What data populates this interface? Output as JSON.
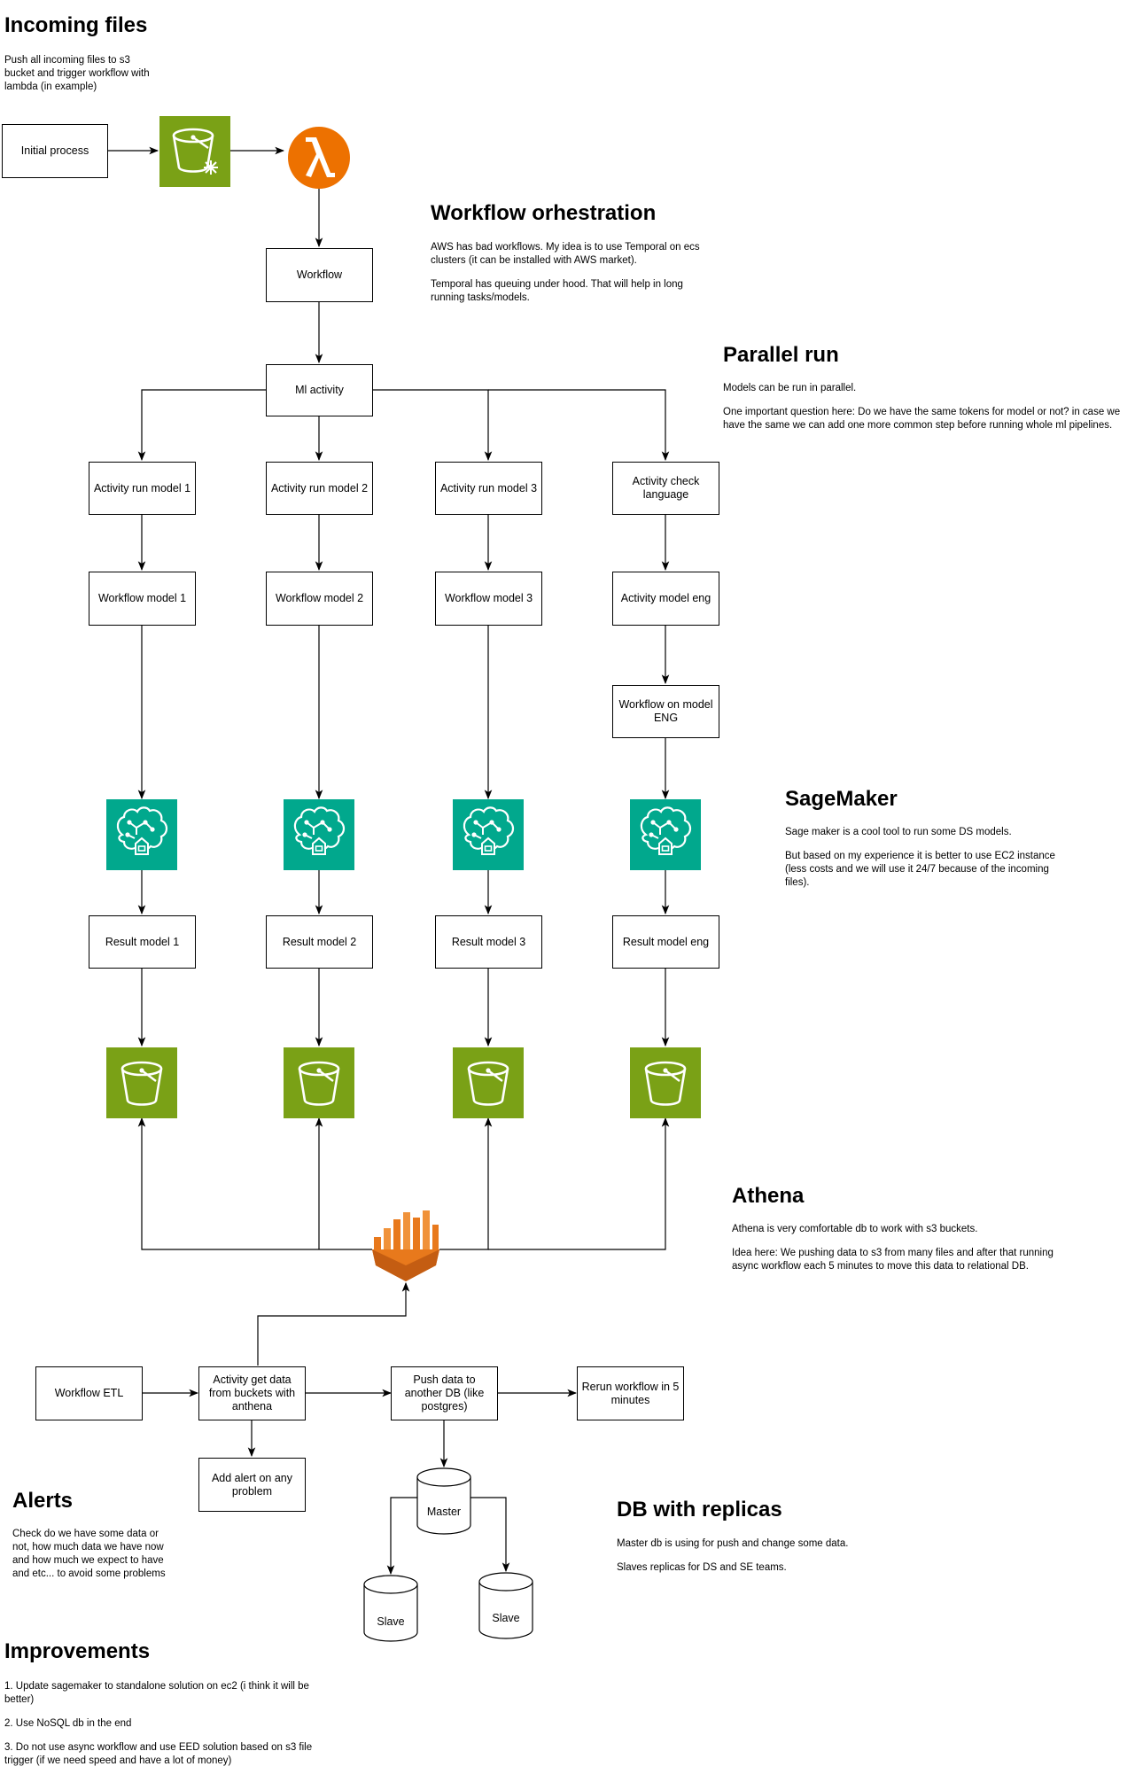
{
  "sections": {
    "incoming": {
      "title": "Incoming files",
      "lines": [
        "Push all incoming files to s3",
        "bucket and trigger workflow with",
        "lambda (in example)"
      ]
    },
    "orchestration": {
      "title": "Workflow orhestration",
      "p1": [
        "AWS has bad workflows. My idea is to use Temporal on ecs",
        "clusters (it can be installed with AWS market)."
      ],
      "p2": [
        "Temporal has queuing under hood. That will help in long",
        "running tasks/models."
      ]
    },
    "parallel": {
      "title": "Parallel run",
      "p1": [
        "Models can be run in parallel."
      ],
      "p2": [
        "One important question here: Do we have the same tokens for model or not? in case we",
        "have the same we can add one more common step before running whole ml pipelines."
      ]
    },
    "sagemaker": {
      "title": "SageMaker",
      "p1": [
        "Sage maker is a cool tool to run some DS models."
      ],
      "p2": [
        "But based on my experience it is better to use EC2 instance",
        "(less costs and we will use it 24/7 because of the incoming",
        "files)."
      ]
    },
    "athena": {
      "title": "Athena",
      "p1": [
        "Athena is very comfortable db to work with s3 buckets."
      ],
      "p2": [
        "Idea here: We pushing data to s3 from many files and after that running",
        "async workflow each 5 minutes to move this data to relational DB."
      ]
    },
    "alerts": {
      "title": "Alerts",
      "lines": [
        "Check do we have some data or",
        "not, how much data we have now",
        "and how much we expect to have",
        "and etc... to avoid some problems"
      ]
    },
    "replicas": {
      "title": "DB with replicas",
      "p1": [
        "Master db is using for push and change some data."
      ],
      "p2": [
        "Slaves replicas for DS and SE teams."
      ]
    },
    "improvements": {
      "title": "Improvements",
      "items": [
        [
          "1. Update sagemaker to standalone solution on ec2 (i think it will be",
          "better)"
        ],
        [
          "2. Use NoSQL db in the end"
        ],
        [
          "3. Do not use async workflow and use EED solution based on s3 file",
          "trigger (if we need speed and have a lot of money)"
        ]
      ]
    }
  },
  "nodes": {
    "initial_process": "Initial process",
    "workflow": "Workflow",
    "ml_activity": "Ml activity",
    "activity_run_model_1": "Activity run model 1",
    "activity_run_model_2": "Activity run model 2",
    "activity_run_model_3": "Activity run model 3",
    "activity_check_language": "Activity check language",
    "workflow_model_1": "Workflow model 1",
    "workflow_model_2": "Workflow model 2",
    "workflow_model_3": "Workflow model 3",
    "activity_model_eng": "Activity model eng",
    "workflow_on_model_eng": "Workflow on model ENG",
    "result_model_1": "Result model 1",
    "result_model_2": "Result model 2",
    "result_model_3": "Result model 3",
    "result_model_eng": "Result model eng",
    "workflow_etl": "Workflow ETL",
    "activity_get_data": "Activity get data from buckets with anthena",
    "push_data": "Push data to another DB (like postgres)",
    "rerun_workflow": "Rerun workflow in 5 minutes",
    "add_alert": "Add alert on any problem",
    "master": "Master",
    "slave_1": "Slave",
    "slave_2": "Slave"
  },
  "colors": {
    "s3_green": "#7aa116",
    "sagemaker_teal": "#01a88d",
    "lambda_orange": "#ed7100",
    "athena_orange": "#e8791c"
  },
  "icons": {
    "s3_trigger": "s3-bucket-trigger-icon",
    "lambda": "lambda-icon",
    "sagemaker": "sagemaker-icon",
    "s3_bucket": "s3-bucket-icon",
    "athena": "athena-icon"
  }
}
